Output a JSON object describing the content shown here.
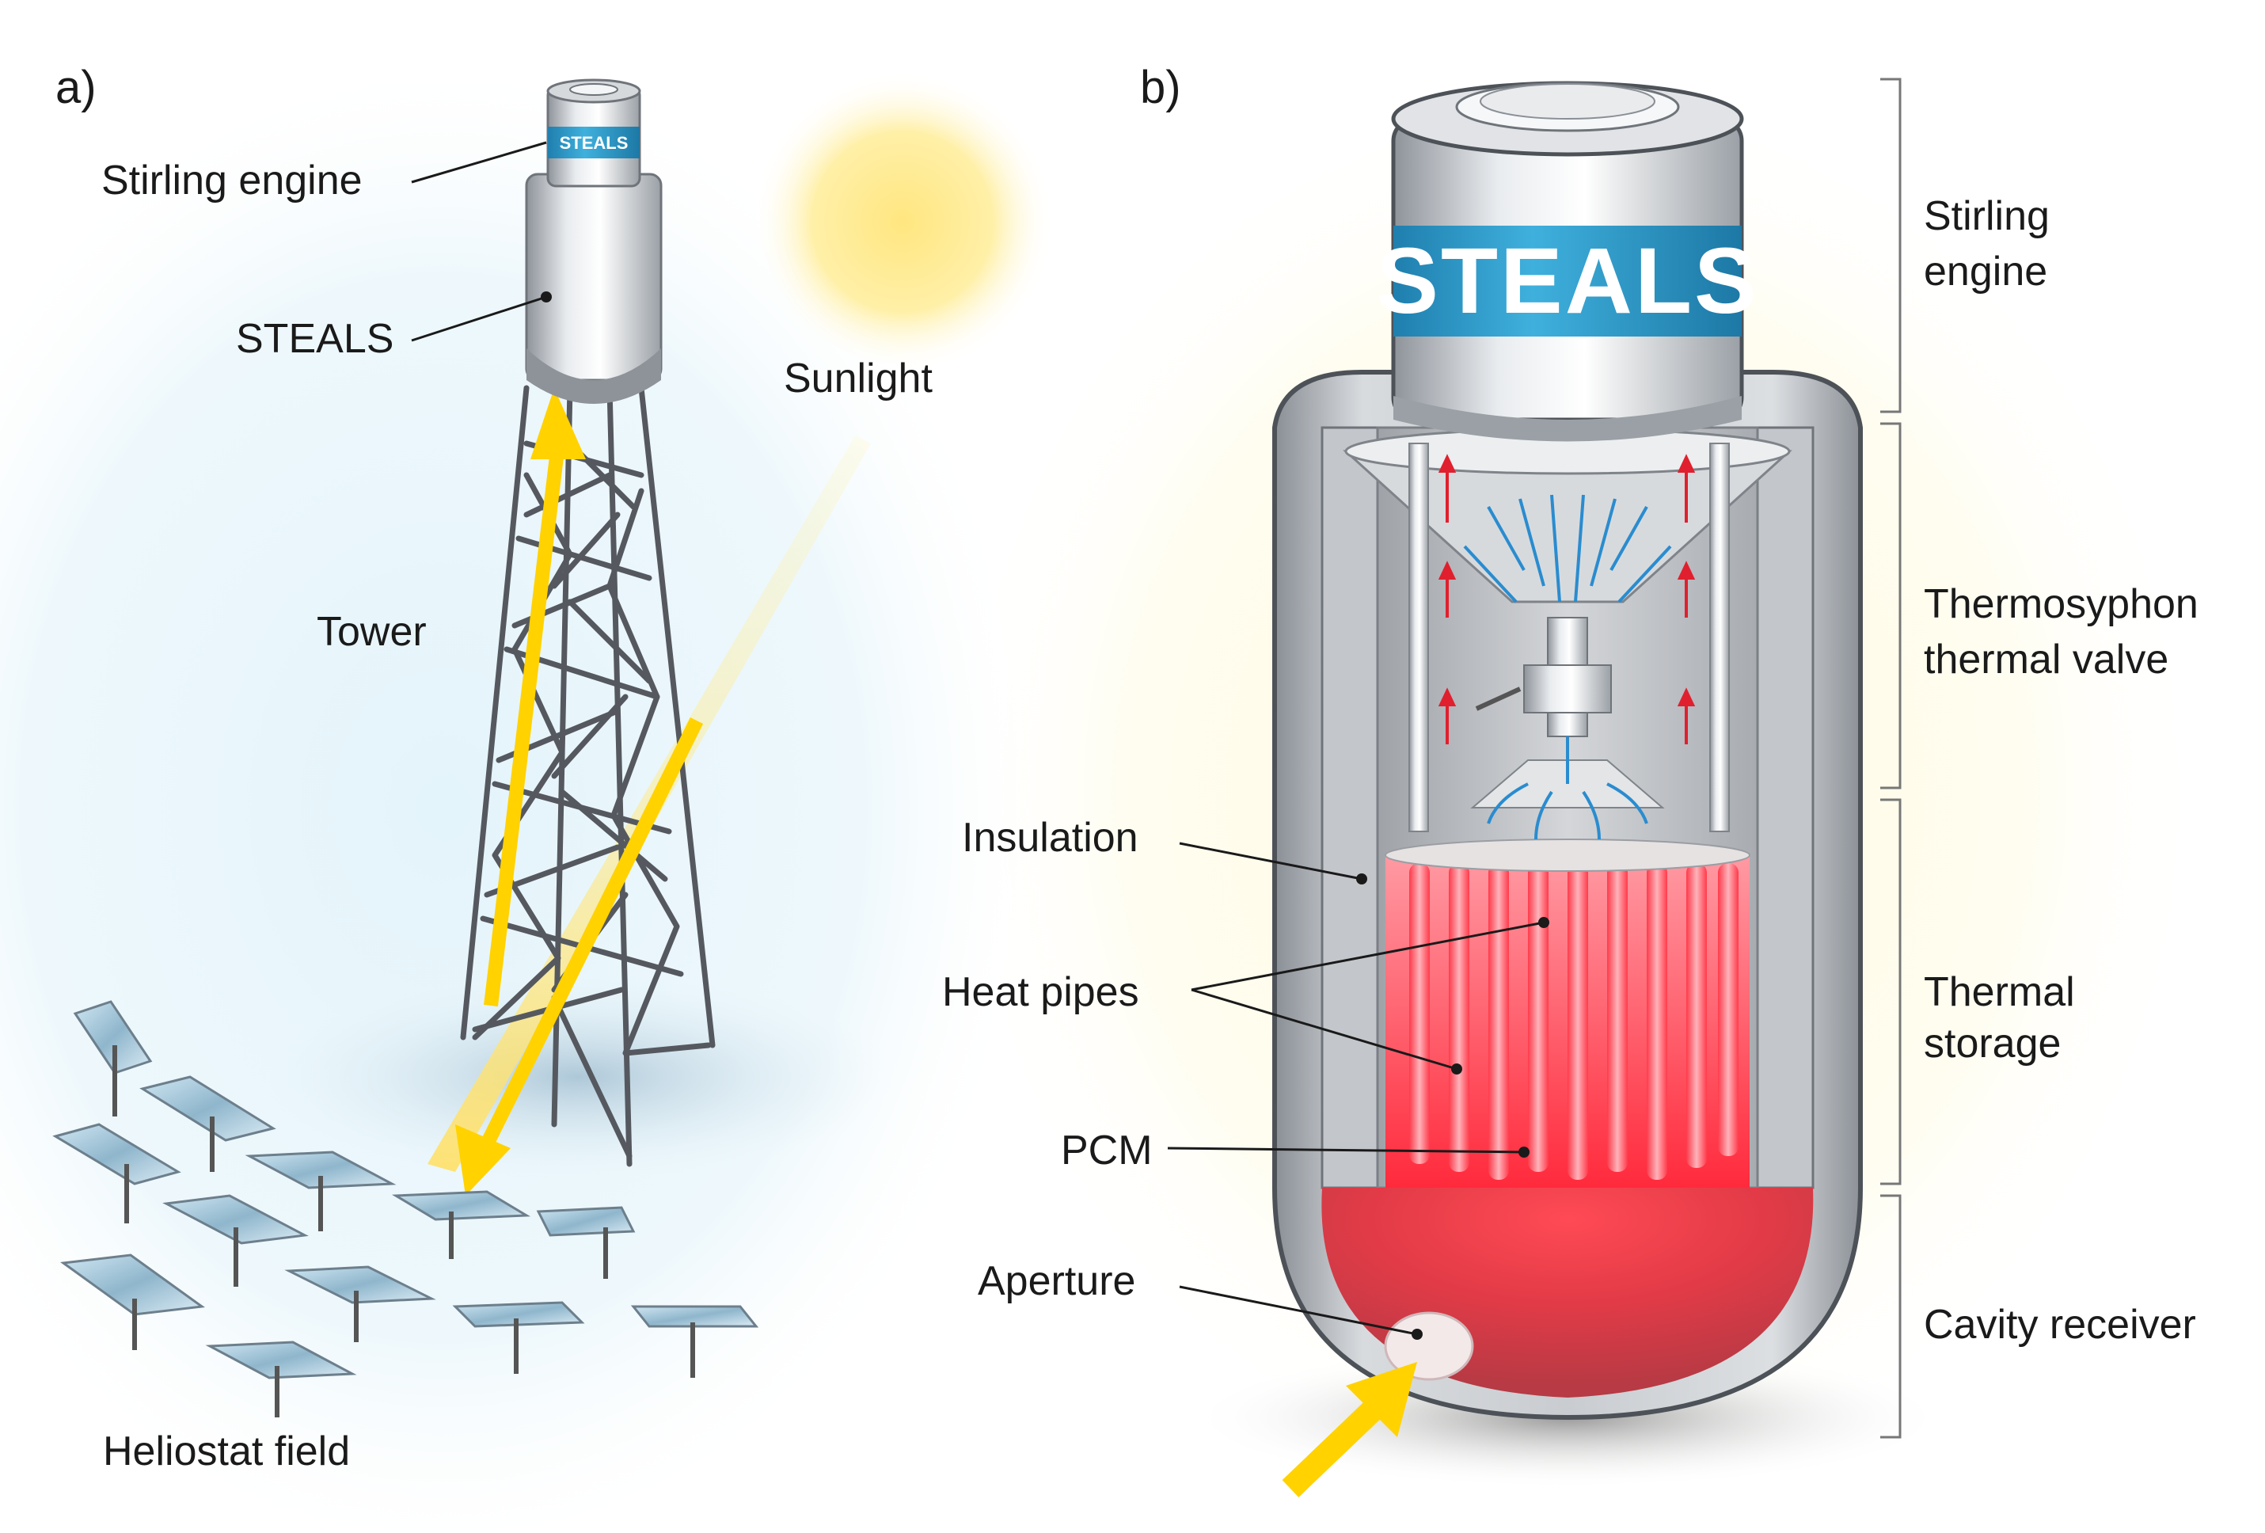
{
  "panels": {
    "a": "a)",
    "b": "b)"
  },
  "tower_labels": {
    "stirling_engine": "Stirling engine",
    "steals": "STEALS",
    "sunlight": "Sunlight",
    "tower": "Tower",
    "heliostat_field": "Heliostat field",
    "badge": "STEALS"
  },
  "receiver_labels": {
    "badge": "STEALS",
    "insulation": "Insulation",
    "heat_pipes": "Heat pipes",
    "pcm": "PCM",
    "aperture": "Aperture"
  },
  "sections": {
    "stirling_1": "Stirling",
    "stirling_2": "engine",
    "valve_1": "Thermosyphon",
    "valve_2": "thermal valve",
    "storage_1": "Thermal",
    "storage_2": "storage",
    "cavity": "Cavity receiver"
  },
  "colors": {
    "sun": "#ffd633",
    "beam": "#ffd200",
    "badge_blue": "#2f9fcf",
    "heat_red": "#ff3344",
    "valve_blue": "#2a8ccf",
    "steel": "#b8bcc2"
  }
}
